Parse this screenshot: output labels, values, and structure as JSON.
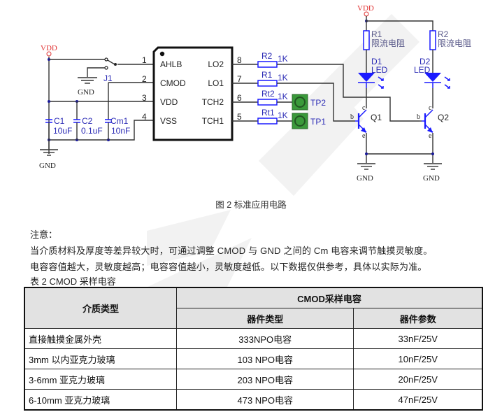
{
  "schematic": {
    "vdd_label": "VDD",
    "gnd_label": "GND",
    "jumper": "J1",
    "ic": {
      "left_pins": [
        {
          "num": "1",
          "name": "AHLB"
        },
        {
          "num": "2",
          "name": "CMOD"
        },
        {
          "num": "3",
          "name": "VDD"
        },
        {
          "num": "4",
          "name": "VSS"
        }
      ],
      "right_pins": [
        {
          "num": "8",
          "name": "LO2"
        },
        {
          "num": "7",
          "name": "LO1"
        },
        {
          "num": "6",
          "name": "TCH2"
        },
        {
          "num": "5",
          "name": "TCH1"
        }
      ]
    },
    "capacitors": [
      {
        "ref": "C1",
        "value": "10uF"
      },
      {
        "ref": "C2",
        "value": "0.1uF"
      },
      {
        "ref": "Cm1",
        "value": "10nF"
      }
    ],
    "series_resistors": [
      {
        "ref": "R2",
        "value": "1K"
      },
      {
        "ref": "R1",
        "value": "1K"
      },
      {
        "ref": "Rt2",
        "value": "1K"
      },
      {
        "ref": "Rt1",
        "value": "1K"
      }
    ],
    "test_points": [
      "TP2",
      "TP1"
    ],
    "limit_resistors": [
      {
        "ref": "R1",
        "desc": "限流电阻"
      },
      {
        "ref": "R2",
        "desc": "限流电阻"
      }
    ],
    "leds": [
      {
        "ref": "D1",
        "type": "LED"
      },
      {
        "ref": "D2",
        "type": "LED"
      }
    ],
    "transistors": [
      {
        "ref": "Q1",
        "b": "b",
        "c": "c",
        "e": "e"
      },
      {
        "ref": "Q2",
        "b": "b",
        "c": "c",
        "e": "e"
      }
    ],
    "colors": {
      "vdd": "#e03030",
      "component": "#1a1aff",
      "test_point": "#2e8b2e"
    }
  },
  "caption": "图 2  标准应用电路",
  "note": {
    "title": "注意：",
    "lines": [
      "当介质材料及厚度等差异较大时，可通过调整 CMOD 与 GND 之间的 Cm 电容来调节触摸灵敏度。",
      "电容容值越大，灵敏度越高；电容容值越小，灵敏度越低。以下数据仅供参考，具体以实际为准。"
    ]
  },
  "table": {
    "title": "表 2 CMOD 采样电容",
    "header_media": "介质类型",
    "header_group": "CMOD采样电容",
    "header_type": "器件类型",
    "header_param": "器件参数",
    "rows": [
      {
        "media": "直接触摸金属外壳",
        "type": "333NPO电容",
        "param": "33nF/25V"
      },
      {
        "media": "3mm  以内亚克力玻璃",
        "type": "103 NPO电容",
        "param": "10nF/25V"
      },
      {
        "media": "3-6mm  亚克力玻璃",
        "type": "203 NPO电容",
        "param": "20nF/25V"
      },
      {
        "media": "6-10mm  亚克力玻璃",
        "type": "473 NPO电容",
        "param": "47nF/25V"
      }
    ]
  }
}
